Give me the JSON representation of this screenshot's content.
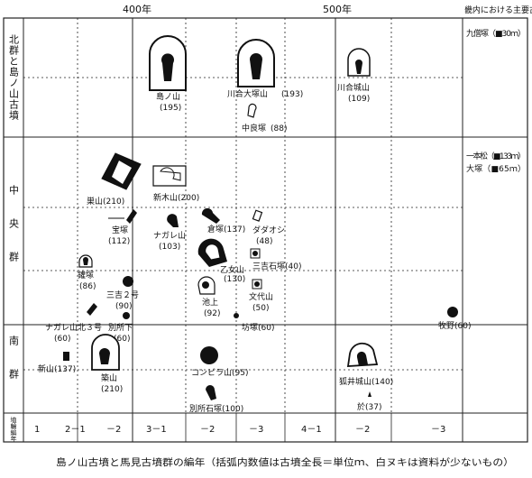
{
  "header": {
    "year_400": "400年",
    "year_500": "500年",
    "right_col_title": "畿内における主要古墳"
  },
  "rows": [
    {
      "label": "北群と島ノ山古墳"
    },
    {
      "label": "中央群"
    },
    {
      "label": "南群"
    },
    {
      "label": "埴輪編年"
    }
  ],
  "north": {
    "shimanoyama": {
      "name": "島ノ山",
      "len": "(195)"
    },
    "kawaioyama": {
      "name": "川合大塚山",
      "len": "(193)"
    },
    "nakaradzuka": {
      "name": "中良塚",
      "len": "(88)"
    },
    "kawaijoyama": {
      "name": "川合城山",
      "len": "(109)"
    }
  },
  "central": {
    "susuyama": {
      "name": "巣山",
      "len": "(210)"
    },
    "shinkiyama": {
      "name": "新木山",
      "len": "(200)"
    },
    "takaradzuka": {
      "name": "宝塚",
      "len": "(112)"
    },
    "nagareyama": {
      "name": "ナガレ山",
      "len": "(103)"
    },
    "kuradzuka": {
      "name": "倉塚",
      "len": "(137)"
    },
    "dagaoshi": {
      "name": "ダダオシ",
      "len": "(48)"
    },
    "kazudzuka": {
      "name": "鑵塚",
      "len": "(86)"
    },
    "otomeyama": {
      "name": "乙女山",
      "len": "(130)"
    },
    "mitsuishi": {
      "name": "三吉石塚",
      "len": "(40)"
    },
    "mitsuyoshi2": {
      "name": "三吉２号",
      "len": "(90)"
    },
    "ikenoue": {
      "name": "池上",
      "len": "(92)"
    },
    "bundaiyama": {
      "name": "文代山",
      "len": "(50)"
    },
    "nagare3": {
      "name": "ナガレ山北３号",
      "len": "(60)"
    },
    "betsusho": {
      "name": "別所下",
      "len": "(60)"
    },
    "bozuka": {
      "name": "坊塚",
      "len": "(60)"
    },
    "makino": {
      "name": "牧野",
      "len": "(60)"
    }
  },
  "south": {
    "shinyama": {
      "name": "新山",
      "len": "(137)"
    },
    "tsukiyama": {
      "name": "築山",
      "len": "(210)"
    },
    "konpirayama": {
      "name": "コンピラ山",
      "len": "(95)"
    },
    "betsusho_ishi": {
      "name": "別所石塚",
      "len": "(100)"
    },
    "kitsuneiyama": {
      "name": "狐井城山",
      "len": "(140)"
    },
    "hi": {
      "name": "於",
      "len": "(37)"
    }
  },
  "side_column": {
    "kyukandzuka": "九僧塚（■30ｍ）",
    "ipponmatsu": "一本松（■133ｍ）",
    "otsuka": "大塚（■65ｍ）"
  },
  "haniwa": {
    "ticks": [
      "1",
      "2－1",
      "－2",
      "3－1",
      "－2",
      "－3",
      "4－1",
      "－2",
      "－3"
    ]
  },
  "caption": "島ノ山古墳と馬見古墳群の編年（括弧内数値は古墳全長＝単位ｍ、白ヌキは資料が少ないもの）",
  "icons": [
    "keyhole-tomb-icon",
    "round-tomb-icon",
    "square-tomb-icon",
    "scallop-tomb-icon"
  ]
}
